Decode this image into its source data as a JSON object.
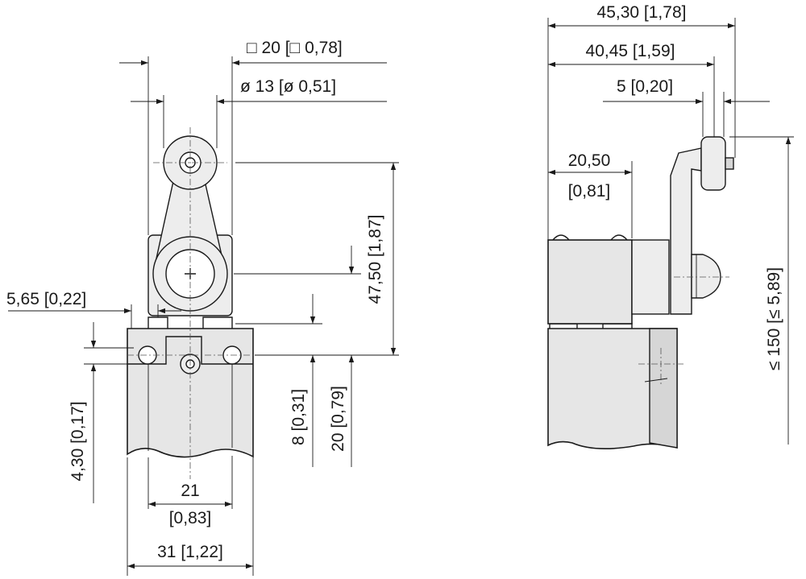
{
  "drawing": {
    "front_view": {
      "square_width": "□ 20 [□ 0,78]",
      "roller_diameter": "ø 13 [ø 0,51]",
      "lever_height": "47,50 [1,87]",
      "offset_left": "5,65 [0,22]",
      "hole_spacing": "4,30 [0,17]",
      "height_8": "8 [0,31]",
      "height_20": "20 [0,79]",
      "width_21_mm": "21",
      "width_21_in": "[0,83]",
      "body_width": "31 [1,22]"
    },
    "side_view": {
      "overall_depth": "45,30 [1,78]",
      "roller_depth": "40,45 [1,59]",
      "roller_width": "5 [0,20]",
      "head_depth_mm": "20,50",
      "head_depth_in": "[0,81]",
      "max_height": "≤ 150 [≤ 5,89]"
    }
  },
  "colors": {
    "ink": "#1a1a1a",
    "body_fill": "#e6e6e6",
    "paper": "#ffffff"
  }
}
